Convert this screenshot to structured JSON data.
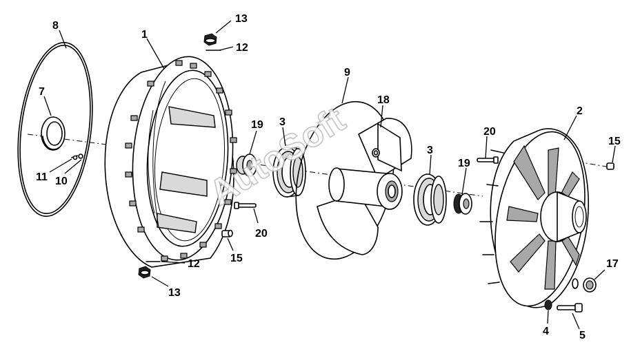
{
  "diagram": {
    "watermark": "AutoSoft",
    "callouts": {
      "c1": "1",
      "c2": "2",
      "c3a": "3",
      "c3b": "3",
      "c4": "4",
      "c5": "5",
      "c7": "7",
      "c8": "8",
      "c9": "9",
      "c10": "10",
      "c11": "11",
      "c12a": "12",
      "c12b": "12",
      "c13a": "13",
      "c13b": "13",
      "c15a": "15",
      "c15b": "15",
      "c17": "17",
      "c18": "18",
      "c19a": "19",
      "c19b": "19",
      "c20a": "20",
      "c20b": "20"
    }
  }
}
